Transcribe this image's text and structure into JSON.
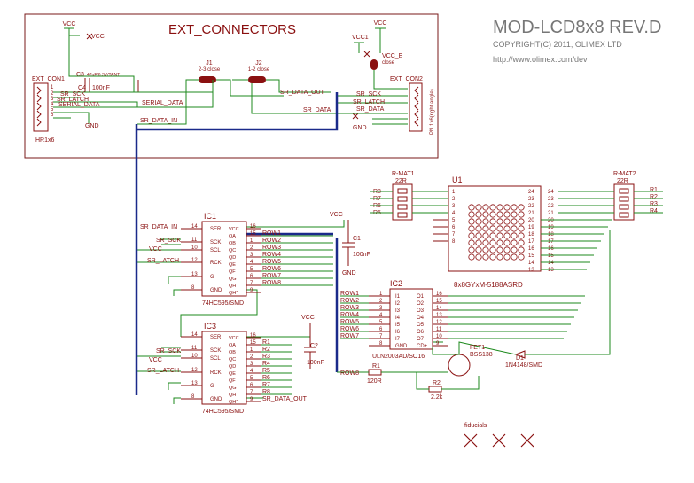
{
  "header": {
    "title": "MOD-LCD8x8 REV.D",
    "copyright": "COPYRIGHT(C) 2011, OLIMEX LTD",
    "url": "http://www.olimex.com/dev"
  },
  "ext_block": {
    "title": "EXT_CONNECTORS",
    "vcc": "VCC",
    "vcc1": "VCC1",
    "vcc_e": "VCC_E",
    "close": "close",
    "j1": "J1",
    "j1_desc": "2-3 close",
    "j2": "J2",
    "j2_desc": "1-2 close",
    "c3": "C3",
    "c3_val": "47uF/6.3V/TANT",
    "c4": "C4",
    "c4_val": "100nF",
    "ext_con1": "EXT_CON1",
    "ext_con1_type": "HR1x6",
    "ext_con2": "EXT_CON2",
    "ext_con2_type": "PN 1x6(right angle)",
    "gnd": "GND",
    "gnd2": "GND.",
    "sr_sck": "SR_SCK",
    "sr_latch": "SR_LATCH",
    "serial_data": "SERIAL_DATA",
    "sr_data_in": "SR_DATA_IN",
    "sr_data_out": "SR_DATA_OUT",
    "sr_data": "SR_DATA",
    "pins": [
      "1",
      "2",
      "3",
      "4",
      "5",
      "6"
    ]
  },
  "rmat1": {
    "name": "R-MAT1",
    "value": "22R",
    "nets": [
      "R8",
      "R7",
      "R6",
      "R5"
    ]
  },
  "rmat2": {
    "name": "R-MAT2",
    "value": "22R",
    "nets": [
      "R1",
      "R2",
      "R3",
      "R4"
    ]
  },
  "u1": {
    "name": "U1",
    "part": "8x8GYxM-5188ASRD",
    "left_pins": [
      "1",
      "2",
      "3",
      "4",
      "5",
      "6",
      "7",
      "8"
    ],
    "right_pins": [
      "24",
      "23",
      "22",
      "21",
      "20",
      "19",
      "18",
      "17",
      "16",
      "15",
      "14",
      "13"
    ]
  },
  "ic1": {
    "name": "IC1",
    "part": "74HC595/SMD",
    "left_pins": [
      {
        "n": "14",
        "f": "SER"
      },
      {
        "n": "11",
        "f": "SCK"
      },
      {
        "n": "10",
        "f": "SCL"
      },
      {
        "n": "12",
        "f": "RCK"
      },
      {
        "n": "13",
        "f": "G"
      },
      {
        "n": "8",
        "f": "GND"
      }
    ],
    "right_pins": [
      {
        "n": "16",
        "f": "VCC"
      },
      {
        "n": "15",
        "f": "QA"
      },
      {
        "n": "1",
        "f": "QB"
      },
      {
        "n": "2",
        "f": "QC"
      },
      {
        "n": "3",
        "f": "QD"
      },
      {
        "n": "4",
        "f": "QE"
      },
      {
        "n": "5",
        "f": "QF"
      },
      {
        "n": "6",
        "f": "QG"
      },
      {
        "n": "7",
        "f": "QH"
      },
      {
        "n": "9",
        "f": "QH*"
      }
    ],
    "row_nets": [
      "ROW1",
      "ROW2",
      "ROW3",
      "ROW4",
      "ROW5",
      "ROW6",
      "ROW7",
      "ROW8"
    ],
    "net_ser": "SR_DATA_IN",
    "net_sck": "SR_SCK",
    "net_scl": "VCC",
    "net_rck": "SR_LATCH"
  },
  "ic3": {
    "name": "IC3",
    "part": "74HC595/SMD",
    "r_nets": [
      "R1",
      "R2",
      "R3",
      "R4",
      "R5",
      "R6",
      "R7",
      "R8"
    ],
    "net_out": "SR_DATA_OUT",
    "net_sck": "SR_SCK",
    "net_scl": "VCC",
    "net_rck": "SR_LATCH"
  },
  "ic2": {
    "name": "IC2",
    "part": "ULN2003AD/SO16",
    "inputs": [
      {
        "n": "1",
        "f": "I1"
      },
      {
        "n": "2",
        "f": "I2"
      },
      {
        "n": "3",
        "f": "I3"
      },
      {
        "n": "4",
        "f": "I4"
      },
      {
        "n": "5",
        "f": "I5"
      },
      {
        "n": "6",
        "f": "I6"
      },
      {
        "n": "7",
        "f": "I7"
      },
      {
        "n": "8",
        "f": "GND"
      }
    ],
    "outputs": [
      {
        "n": "16",
        "f": "O1"
      },
      {
        "n": "15",
        "f": "O2"
      },
      {
        "n": "14",
        "f": "O3"
      },
      {
        "n": "13",
        "f": "O4"
      },
      {
        "n": "12",
        "f": "O5"
      },
      {
        "n": "11",
        "f": "O6"
      },
      {
        "n": "10",
        "f": "O7"
      },
      {
        "n": "9",
        "f": "CD+"
      }
    ],
    "row_nets": [
      "ROW1",
      "ROW2",
      "ROW3",
      "ROW4",
      "ROW5",
      "ROW6",
      "ROW7"
    ]
  },
  "passives": {
    "c1": "C1",
    "c1_val": "100nF",
    "c2": "C2",
    "c2_val": "100nF",
    "r1": "R1",
    "r1_val": "120R",
    "r2": "R2",
    "r2_val": "2.2k",
    "fet": "FET1",
    "fet_part": "BSS138",
    "d1": "D1",
    "d1_part": "1N4148/SMD",
    "row8": "ROW8",
    "fiducials": "fiducials",
    "gnd": "GND"
  }
}
